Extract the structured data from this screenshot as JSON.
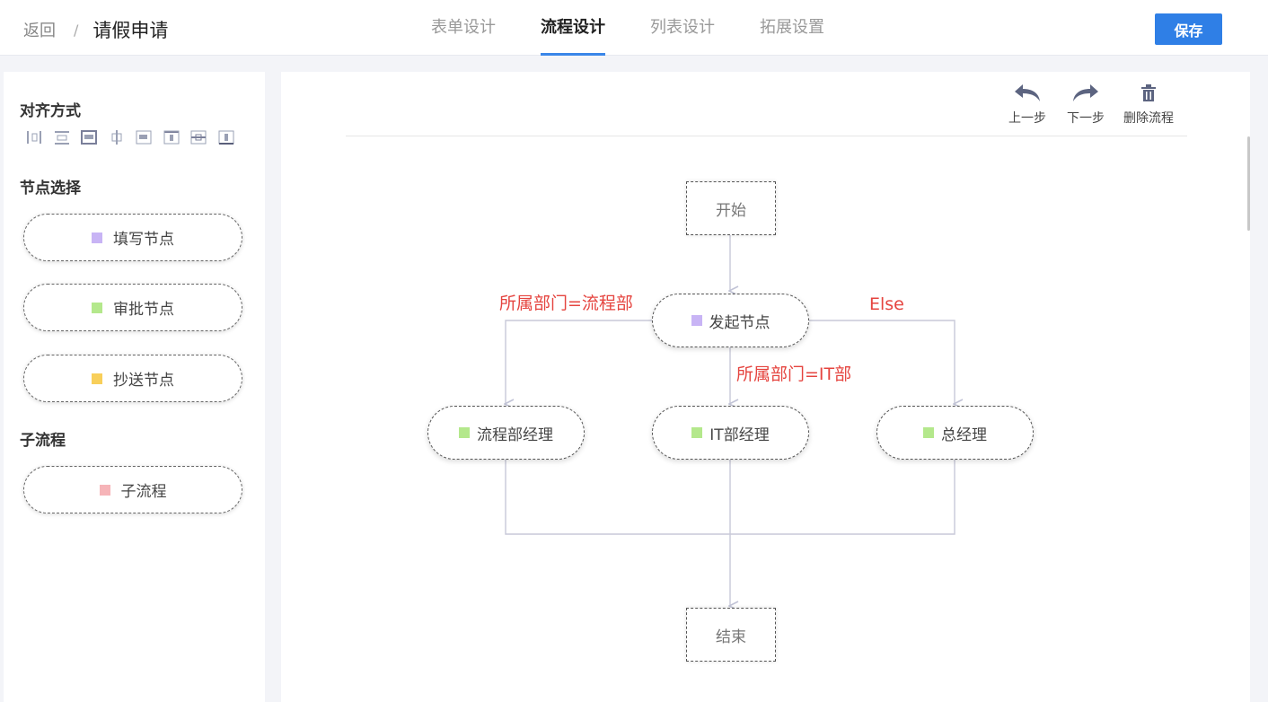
{
  "header": {
    "back_label": "返回",
    "separator": "/",
    "title": "请假申请",
    "tabs": [
      {
        "label": "表单设计",
        "active": false
      },
      {
        "label": "流程设计",
        "active": true
      },
      {
        "label": "列表设计",
        "active": false
      },
      {
        "label": "拓展设置",
        "active": false
      }
    ],
    "save_label": "保存"
  },
  "sidebar": {
    "align_title": "对齐方式",
    "align_icons": [
      "align-left-icon",
      "align-center-horizontal-icon",
      "align-right-icon",
      "align-middle-vertical-icon",
      "align-right-edge-icon",
      "align-top-icon",
      "align-vertical-center-icon",
      "align-bottom-icon"
    ],
    "node_title": "节点选择",
    "nodes": [
      {
        "label": "填写节点",
        "color": "#c8b4f5"
      },
      {
        "label": "审批节点",
        "color": "#b4e88c"
      },
      {
        "label": "抄送节点",
        "color": "#f8cf5a"
      }
    ],
    "subflow_title": "子流程",
    "subflow": {
      "label": "子流程",
      "color": "#f6b4b8"
    }
  },
  "toolbar": {
    "undo_label": "上一步",
    "redo_label": "下一步",
    "delete_label": "删除流程"
  },
  "flow": {
    "start": "开始",
    "initiator": {
      "label": "发起节点",
      "color": "#c8b4f5"
    },
    "approvers": [
      {
        "label": "流程部经理",
        "color": "#b4e88c"
      },
      {
        "label": "IT部经理",
        "color": "#b4e88c"
      },
      {
        "label": "总经理",
        "color": "#b4e88c"
      }
    ],
    "end": "结束",
    "conditions": {
      "left": "所属部门=流程部",
      "middle": "所属部门=IT部",
      "right": "Else"
    }
  }
}
